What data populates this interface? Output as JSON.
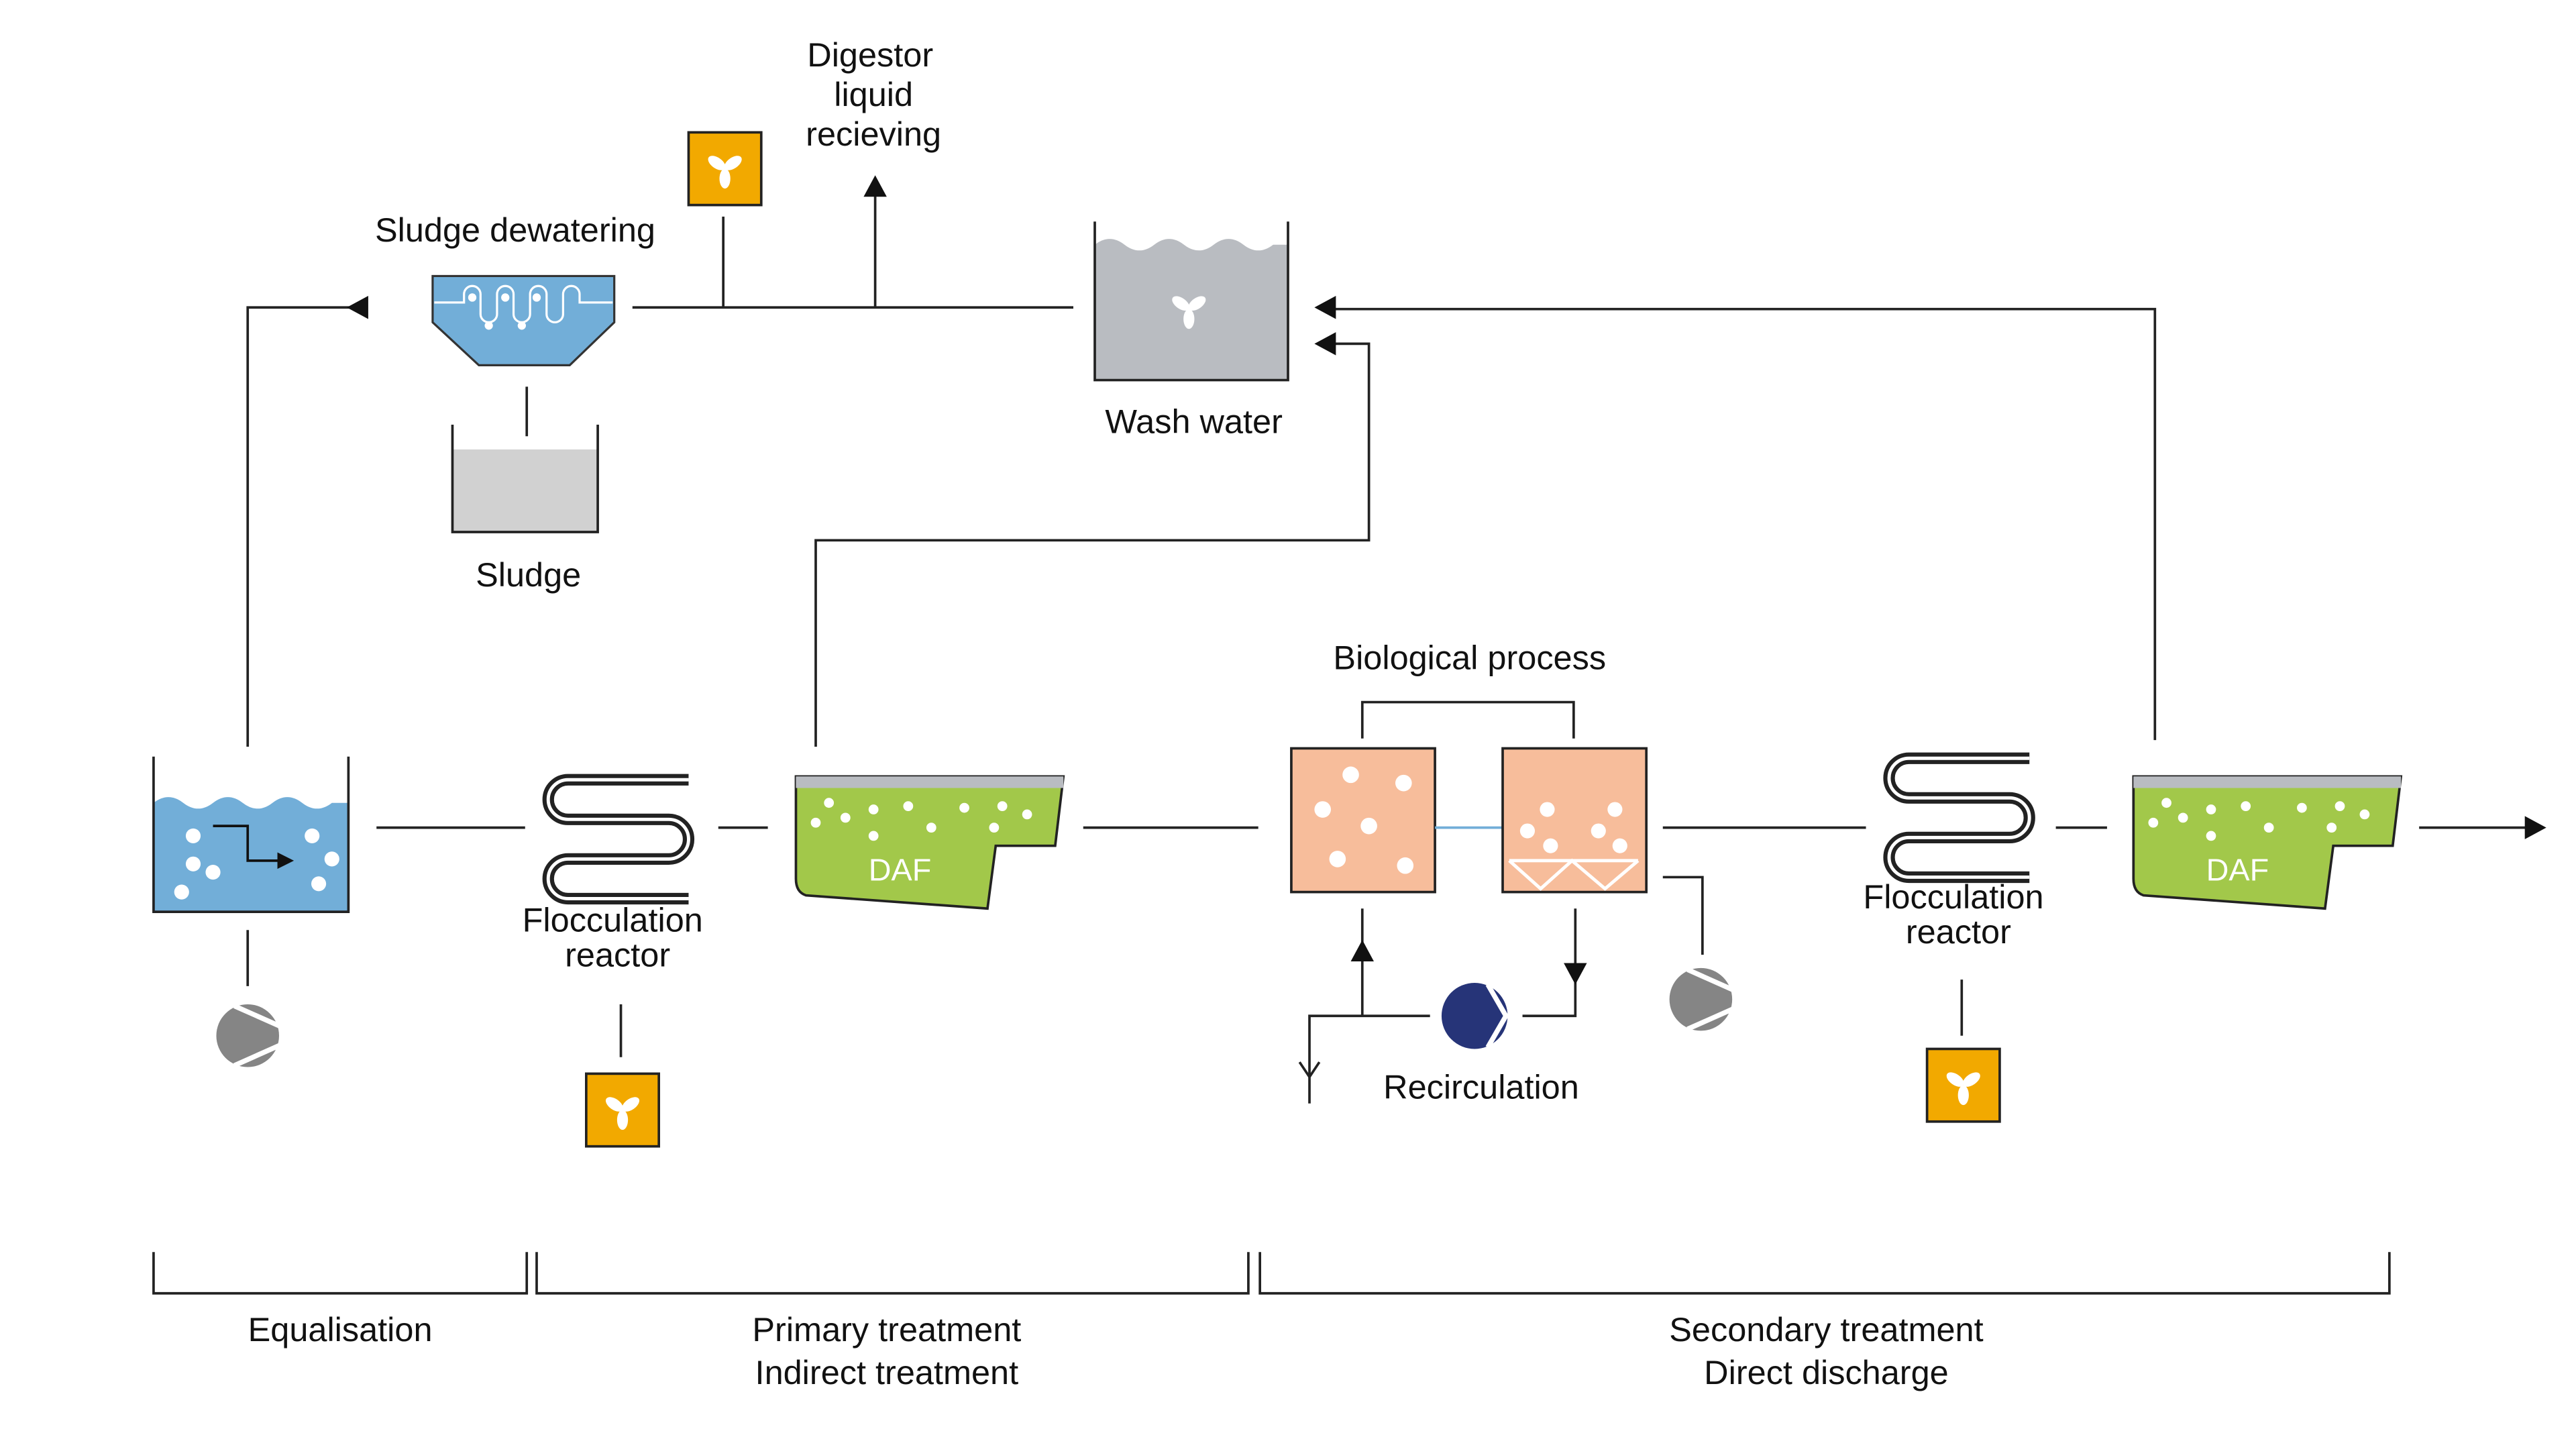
{
  "labels": {
    "digestor": [
      "Digestor",
      "liquid",
      "recieving"
    ],
    "sludge_dewatering": "Sludge dewatering",
    "sludge": "Sludge",
    "wash_water": "Wash water",
    "flocculation_1": [
      "Flocculation",
      "reactor"
    ],
    "flocculation_2": [
      "Flocculation",
      "reactor"
    ],
    "daf_1": "DAF",
    "daf_2": "DAF",
    "biological_process": "Biological process",
    "recirculation": "Recirculation"
  },
  "stages": [
    {
      "lines": [
        "Equalisation"
      ]
    },
    {
      "lines": [
        "Primary treatment",
        "Indirect treatment"
      ]
    },
    {
      "lines": [
        "Secondary treatment",
        "Direct discharge"
      ]
    }
  ],
  "icons": [
    "fan-icon",
    "pump-icon",
    "flocculation-coil-icon",
    "arrow-icon"
  ],
  "colors": {
    "water_blue": "#72aed8",
    "daf_green": "#a2c84a",
    "bio_peach": "#f7bd9b",
    "fan_orange": "#f2a900",
    "pump_gray": "#858585",
    "pump_navy": "#263478",
    "tank_gray": "#b9bcc1",
    "sludge_gray": "#d1d1d1"
  }
}
